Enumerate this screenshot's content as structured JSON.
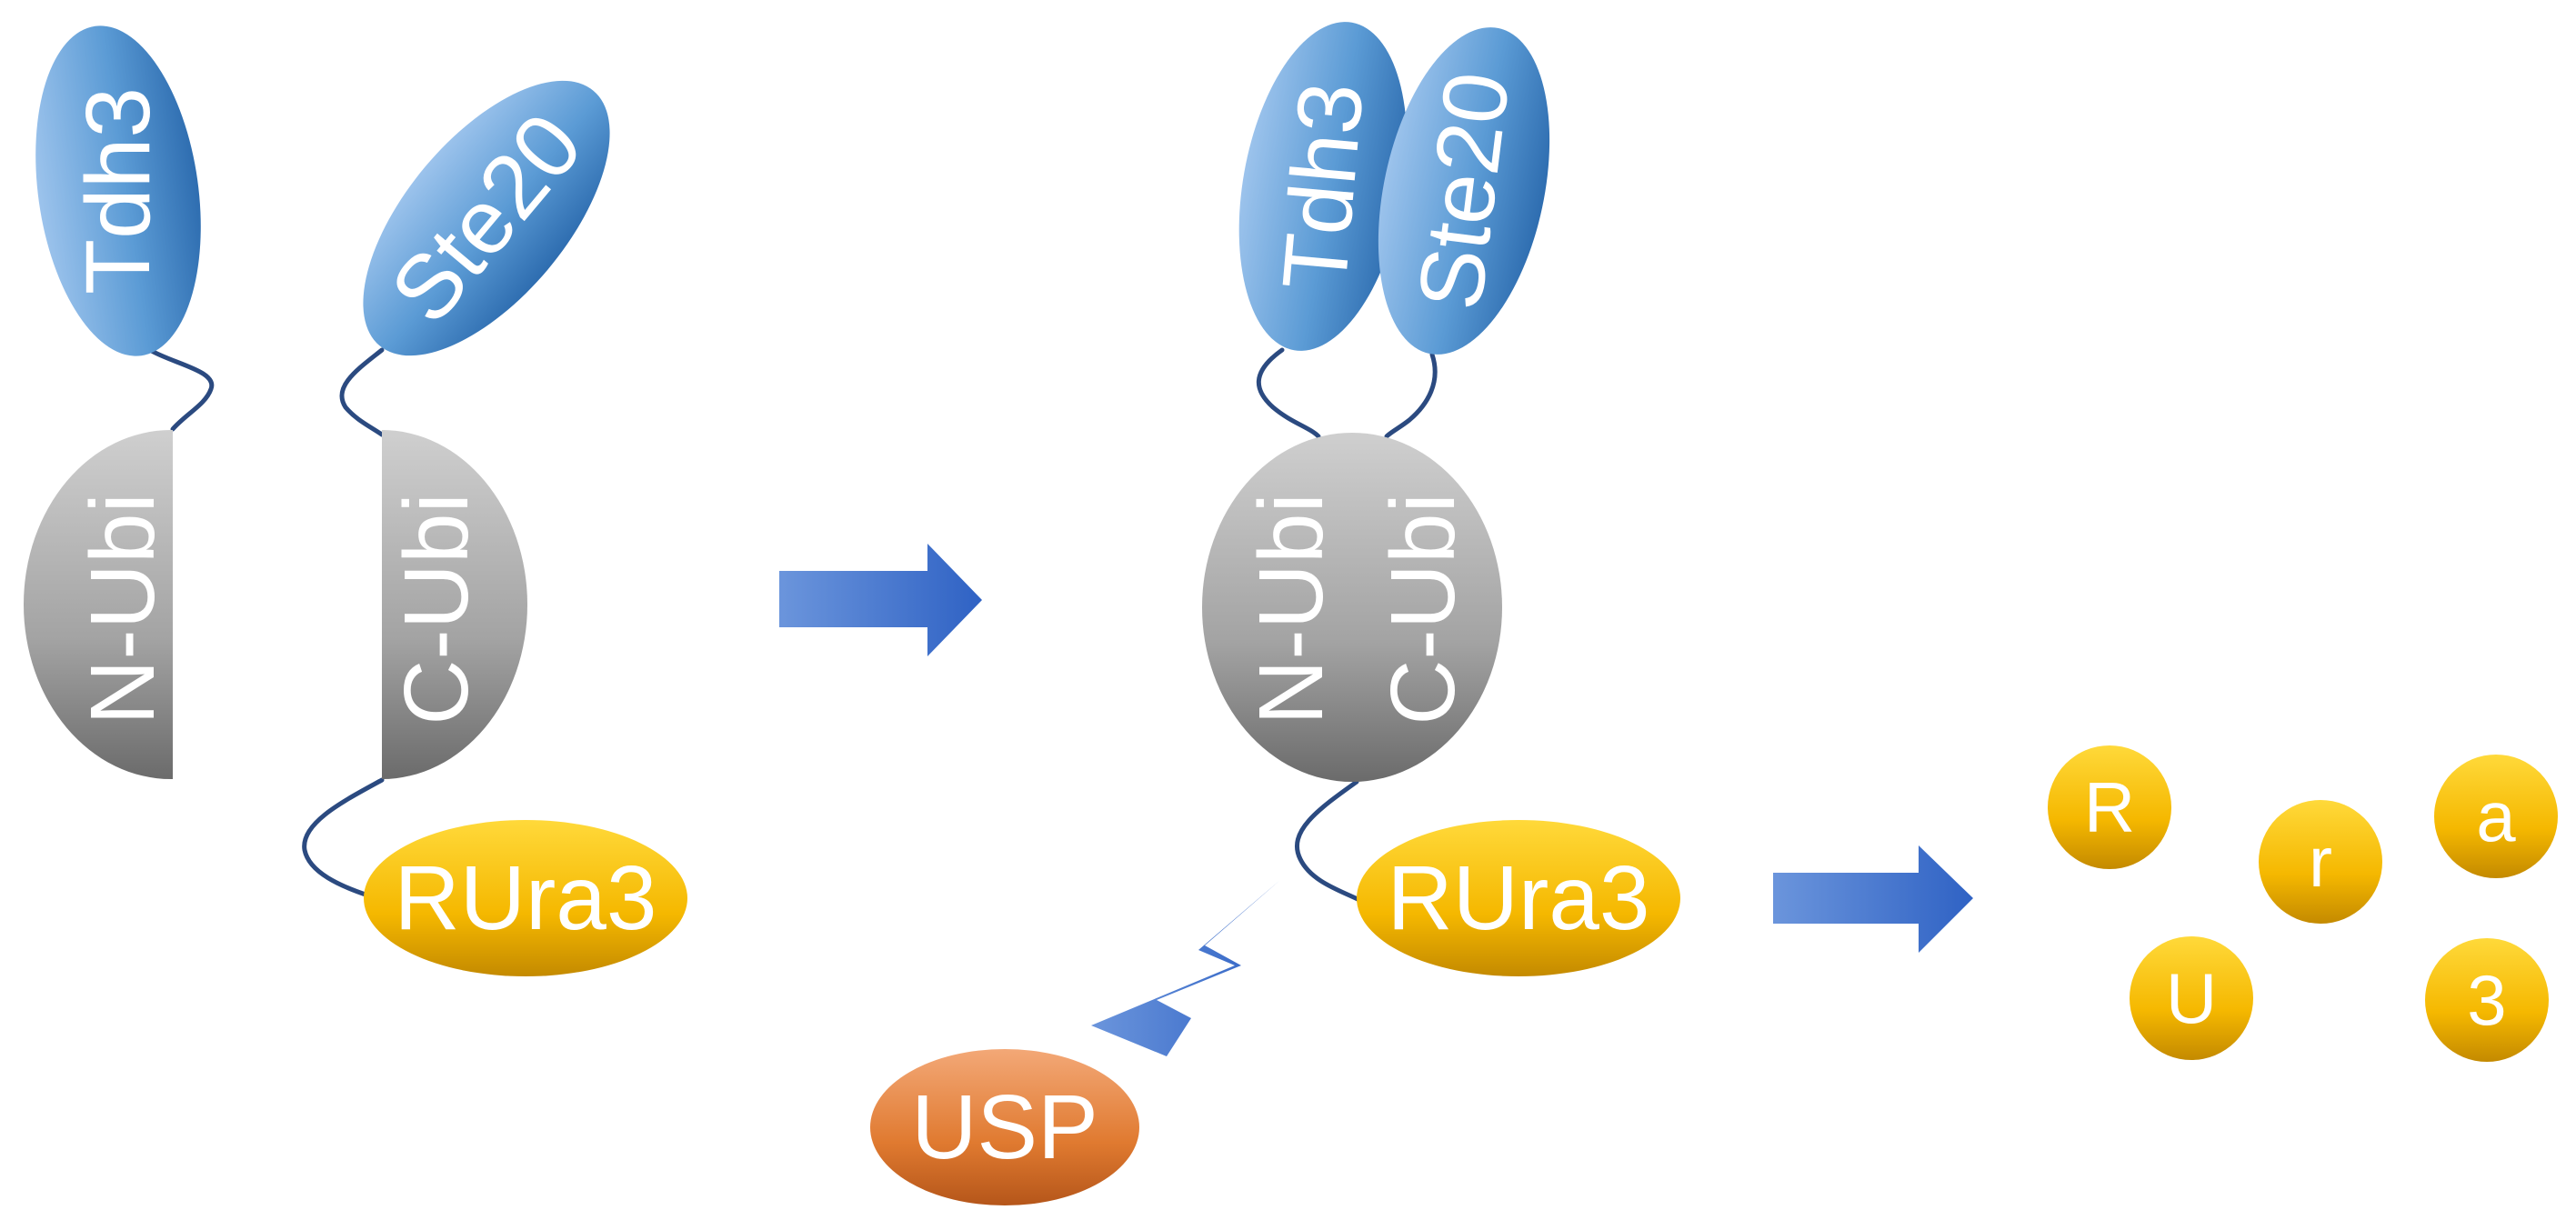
{
  "colors": {
    "blue_protein": "#5b9bd5",
    "ubiquitin_gray": "#9a9a9a",
    "reporter_yellow": "#f5b800",
    "usp_orange": "#e07a30",
    "arrow_blue": "#3d6fcc",
    "linker": "#2b4a80"
  },
  "left_panel": {
    "bait": "Tdh3",
    "prey": "Ste20",
    "n_ubi": "N-Ubi",
    "c_ubi": "C-Ubi",
    "reporter": "RUra3"
  },
  "middle_panel": {
    "bait": "Tdh3",
    "prey": "Ste20",
    "n_ubi": "N-Ubi",
    "c_ubi": "C-Ubi",
    "reporter": "RUra3",
    "protease": "USP"
  },
  "right_panel": {
    "fragments": [
      "R",
      "r",
      "a",
      "U",
      "3"
    ]
  },
  "icons": {
    "process_arrow": "right-arrow-icon",
    "cleavage": "lightning-bolt-icon"
  }
}
